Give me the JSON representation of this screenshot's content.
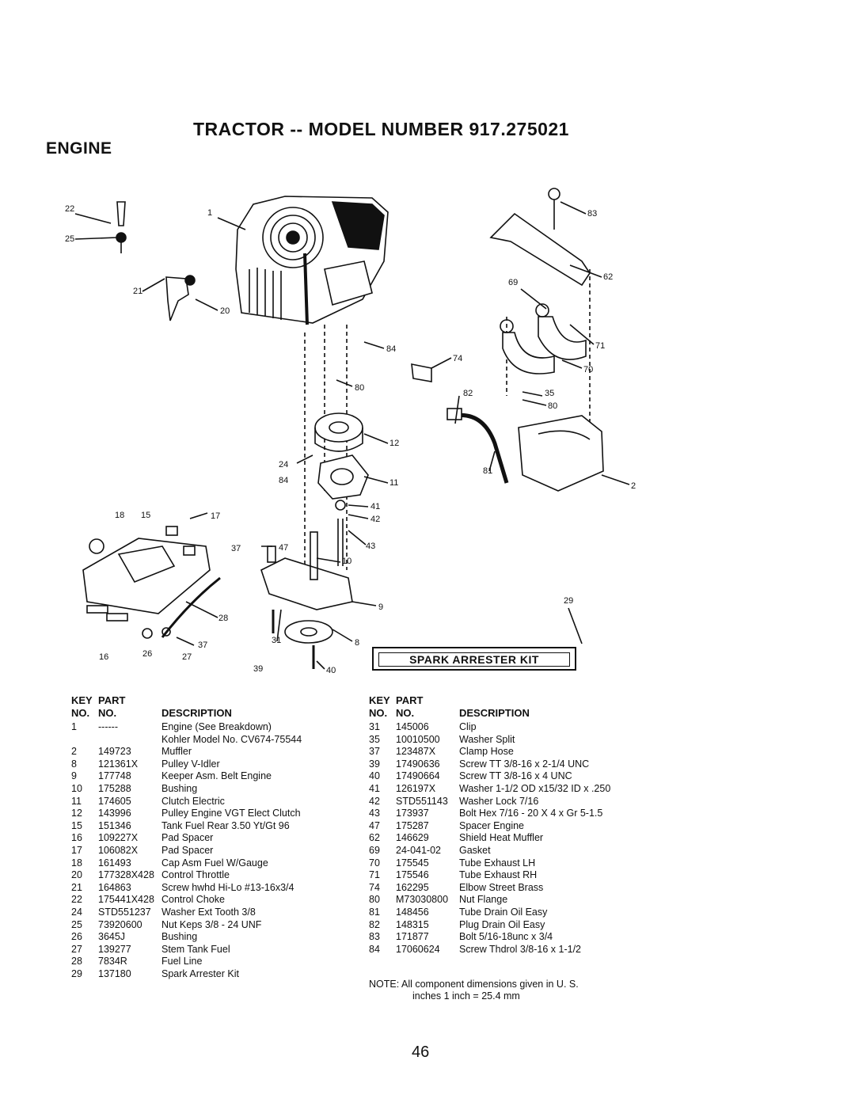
{
  "title": "TRACTOR -- MODEL NUMBER 917.275021",
  "section": "ENGINE",
  "kit_label": "SPARK ARRESTER KIT",
  "callouts": [
    "22",
    "25",
    "21",
    "20",
    "1",
    "84",
    "80",
    "12",
    "24",
    "84",
    "11",
    "41",
    "42",
    "43",
    "18",
    "15",
    "17",
    "37",
    "47",
    "10",
    "9",
    "8",
    "31",
    "39",
    "40",
    "28",
    "37",
    "27",
    "26",
    "16",
    "83",
    "62",
    "69",
    "71",
    "70",
    "74",
    "82",
    "35",
    "80",
    "81",
    "2",
    "29"
  ],
  "headers": {
    "key": "KEY",
    "part": "PART",
    "no1": "NO.",
    "no2": "NO.",
    "description": "DESCRIPTION"
  },
  "parts_left": [
    {
      "key": "1",
      "part": "------",
      "desc": "Engine (See Breakdown)"
    },
    {
      "key": "",
      "part": "",
      "desc": "Kohler Model No. CV674-75544"
    },
    {
      "key": "2",
      "part": "149723",
      "desc": "Muffler"
    },
    {
      "key": "8",
      "part": "121361X",
      "desc": "Pulley V-Idler"
    },
    {
      "key": "9",
      "part": "177748",
      "desc": "Keeper Asm. Belt Engine"
    },
    {
      "key": "10",
      "part": "175288",
      "desc": "Bushing"
    },
    {
      "key": "11",
      "part": "174605",
      "desc": "Clutch Electric"
    },
    {
      "key": "12",
      "part": "143996",
      "desc": "Pulley Engine VGT Elect Clutch"
    },
    {
      "key": "15",
      "part": "151346",
      "desc": "Tank Fuel Rear 3.50 Yt/Gt 96"
    },
    {
      "key": "16",
      "part": "109227X",
      "desc": "Pad Spacer"
    },
    {
      "key": "17",
      "part": "106082X",
      "desc": "Pad Spacer"
    },
    {
      "key": "18",
      "part": "161493",
      "desc": "Cap Asm Fuel W/Gauge"
    },
    {
      "key": "20",
      "part": "177328X428",
      "desc": "Control Throttle"
    },
    {
      "key": "21",
      "part": "164863",
      "desc": "Screw hwhd Hi-Lo #13-16x3/4"
    },
    {
      "key": "22",
      "part": "175441X428",
      "desc": "Control Choke"
    },
    {
      "key": "24",
      "part": "STD551237",
      "desc": "Washer Ext Tooth 3/8"
    },
    {
      "key": "25",
      "part": "73920600",
      "desc": "Nut Keps 3/8 - 24 UNF"
    },
    {
      "key": "26",
      "part": "3645J",
      "desc": "Bushing"
    },
    {
      "key": "27",
      "part": "139277",
      "desc": "Stem Tank Fuel"
    },
    {
      "key": "28",
      "part": "7834R",
      "desc": "Fuel Line"
    },
    {
      "key": "29",
      "part": "137180",
      "desc": "Spark Arrester Kit"
    }
  ],
  "parts_right": [
    {
      "key": "31",
      "part": "145006",
      "desc": "Clip"
    },
    {
      "key": "35",
      "part": "10010500",
      "desc": "Washer Split"
    },
    {
      "key": "37",
      "part": "123487X",
      "desc": "Clamp Hose"
    },
    {
      "key": "39",
      "part": "17490636",
      "desc": "Screw TT 3/8-16 x 2-1/4 UNC"
    },
    {
      "key": "40",
      "part": "17490664",
      "desc": "Screw TT 3/8-16 x 4 UNC"
    },
    {
      "key": "41",
      "part": "126197X",
      "desc": "Washer 1-1/2 OD x15/32 ID x .250"
    },
    {
      "key": "42",
      "part": "STD551143",
      "desc": "Washer Lock 7/16"
    },
    {
      "key": "43",
      "part": "173937",
      "desc": "Bolt Hex 7/16 - 20 X 4 x Gr 5-1.5"
    },
    {
      "key": "47",
      "part": "175287",
      "desc": "Spacer Engine"
    },
    {
      "key": "62",
      "part": "146629",
      "desc": "Shield Heat Muffler"
    },
    {
      "key": "69",
      "part": "24-041-02",
      "desc": "Gasket"
    },
    {
      "key": "70",
      "part": "175545",
      "desc": "Tube Exhaust LH"
    },
    {
      "key": "71",
      "part": "175546",
      "desc": "Tube Exhaust RH"
    },
    {
      "key": "74",
      "part": "162295",
      "desc": "Elbow Street Brass"
    },
    {
      "key": "80",
      "part": "M73030800",
      "desc": "Nut Flange"
    },
    {
      "key": "81",
      "part": "148456",
      "desc": "Tube Drain Oil Easy"
    },
    {
      "key": "82",
      "part": "148315",
      "desc": "Plug Drain Oil Easy"
    },
    {
      "key": "83",
      "part": "171877",
      "desc": "Bolt 5/16-18unc x 3/4"
    },
    {
      "key": "84",
      "part": "17060624",
      "desc": "Screw Thdrol 3/8-16 x 1-1/2"
    }
  ],
  "note_line1": "NOTE: All component dimensions given in U. S.",
  "note_line2": "inches 1 inch = 25.4 mm",
  "page_number": "46"
}
